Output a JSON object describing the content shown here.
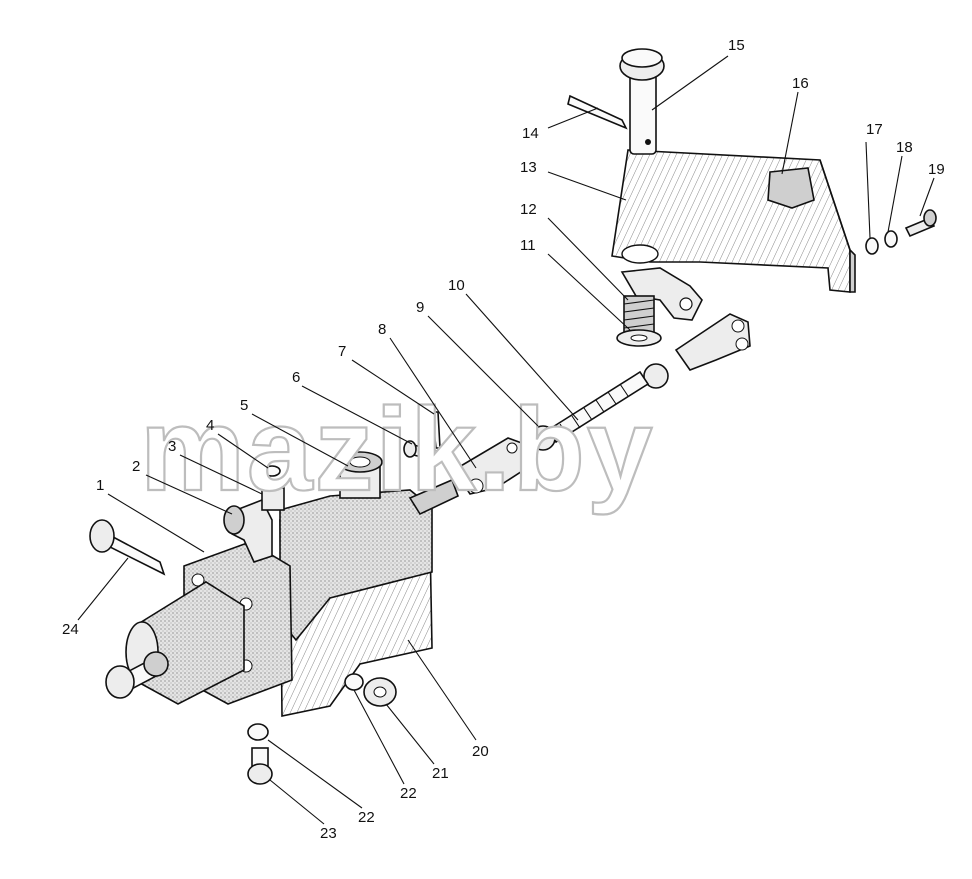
{
  "watermark": "mazik.by",
  "callouts": [
    {
      "id": "c1",
      "label": "1"
    },
    {
      "id": "c2",
      "label": "2"
    },
    {
      "id": "c3",
      "label": "3"
    },
    {
      "id": "c4",
      "label": "4"
    },
    {
      "id": "c5",
      "label": "5"
    },
    {
      "id": "c6",
      "label": "6"
    },
    {
      "id": "c7",
      "label": "7"
    },
    {
      "id": "c8",
      "label": "8"
    },
    {
      "id": "c9",
      "label": "9"
    },
    {
      "id": "c10",
      "label": "10"
    },
    {
      "id": "c11",
      "label": "11"
    },
    {
      "id": "c12",
      "label": "12"
    },
    {
      "id": "c13",
      "label": "13"
    },
    {
      "id": "c14",
      "label": "14"
    },
    {
      "id": "c15",
      "label": "15"
    },
    {
      "id": "c16",
      "label": "16"
    },
    {
      "id": "c17",
      "label": "17"
    },
    {
      "id": "c18",
      "label": "18"
    },
    {
      "id": "c19",
      "label": "19"
    },
    {
      "id": "c20",
      "label": "20"
    },
    {
      "id": "c21",
      "label": "21"
    },
    {
      "id": "c22a",
      "label": "22"
    },
    {
      "id": "c22b",
      "label": "22"
    },
    {
      "id": "c23",
      "label": "23"
    },
    {
      "id": "c24",
      "label": "24"
    }
  ]
}
